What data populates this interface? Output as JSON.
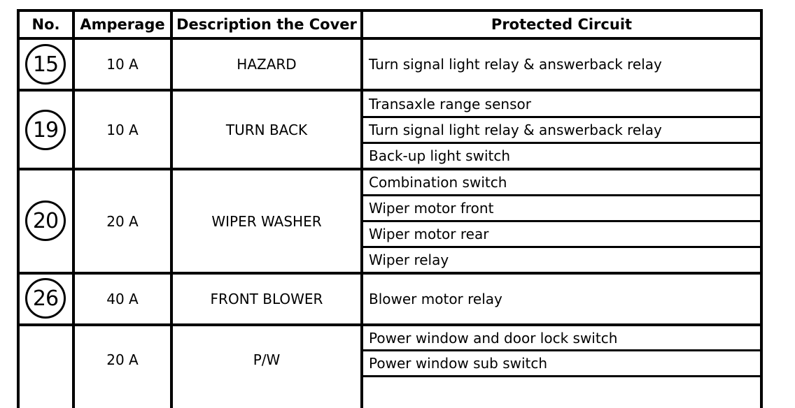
{
  "header": {
    "no": "No.",
    "amperage": "Amperage",
    "description": "Description the Cover",
    "circuit": "Protected Circuit"
  },
  "rows": [
    {
      "no": "15",
      "amperage": "10 A",
      "description": "HAZARD",
      "circuits": [
        "Turn signal light relay & answerback relay"
      ]
    },
    {
      "no": "19",
      "amperage": "10 A",
      "description": "TURN BACK",
      "circuits": [
        "Transaxle range sensor",
        "Turn signal light relay & answerback relay",
        "Back-up light switch"
      ]
    },
    {
      "no": "20",
      "amperage": "20 A",
      "description": "WIPER WASHER",
      "circuits": [
        "Combination switch",
        "Wiper motor front",
        "Wiper motor rear",
        "Wiper relay"
      ]
    },
    {
      "no": "26",
      "amperage": "40 A",
      "description": "FRONT BLOWER",
      "circuits": [
        "Blower motor relay"
      ]
    },
    {
      "no": "",
      "amperage": "20 A",
      "description": "P/W",
      "circuits": [
        "Power window and door lock switch",
        "Power window sub switch",
        ""
      ]
    }
  ]
}
